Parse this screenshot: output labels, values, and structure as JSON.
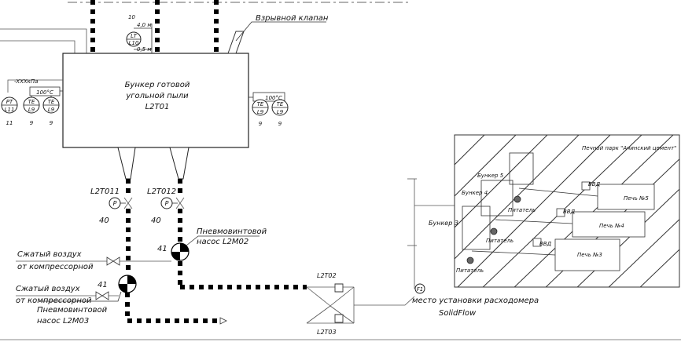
{
  "bunker": {
    "line1": "Бункер готовой",
    "line2": "угольной пыли",
    "tag": "L2Т01"
  },
  "explosion_valve": "Взрывной клапан",
  "level_gauge": {
    "top_num": "10",
    "high": "4,0 м",
    "code": "LT",
    "num": "L10",
    "low": "0,5 м"
  },
  "pressure_note": "-XXXкПа",
  "temp_left": "100°С",
  "temp_right": "100°С",
  "inst_pt": {
    "top": "PT",
    "bottom": "L11",
    "num": "11"
  },
  "inst_te1": {
    "top": "TE",
    "bottom": "L9",
    "num": "9"
  },
  "inst_te2": {
    "top": "TE",
    "bottom": "L9",
    "num": "9"
  },
  "inst_te3": {
    "top": "TE",
    "bottom": "L9",
    "num": "9"
  },
  "inst_te4": {
    "top": "TE",
    "bottom": "L9",
    "num": "9"
  },
  "outlet1": {
    "tag": "L2Т011",
    "gauge": "P",
    "num": "40"
  },
  "outlet2": {
    "tag": "L2Т012",
    "gauge": "P",
    "num": "40"
  },
  "pump1": {
    "num": "41",
    "line1": "Пневмовинтовой",
    "line2": "насос  L2М02"
  },
  "pump2": {
    "num": "41",
    "line1": "Пневмовинтовой",
    "line2": "насос  L2М03"
  },
  "air1": {
    "line1": "Сжатый воздух",
    "line2": "от компрессорной"
  },
  "air2": {
    "line1": "Сжатый воздух",
    "line2": "от компрессорной"
  },
  "switch_top": "L2Т02",
  "switch_bottom": "L2Т03",
  "flowmeter": {
    "symbol": "F1",
    "line1": "место установки расходомера",
    "line2": "SolidFlow"
  },
  "furnace_area": {
    "title": "Печной парк \"Ачинский цемент\"",
    "bunker5": "Бункер 5",
    "bunker4": "Бункер 4",
    "bunker3": "Бункер 3",
    "feeder1": "Питатель",
    "feeder2": "Питатель",
    "feeder3": "Питатель",
    "vvd1": "ВВД",
    "vvd2": "ВВД",
    "vvd3": "ВВД",
    "kiln5": "Печь №5",
    "kiln4": "Печь №4",
    "kiln3": "Печь №3"
  }
}
